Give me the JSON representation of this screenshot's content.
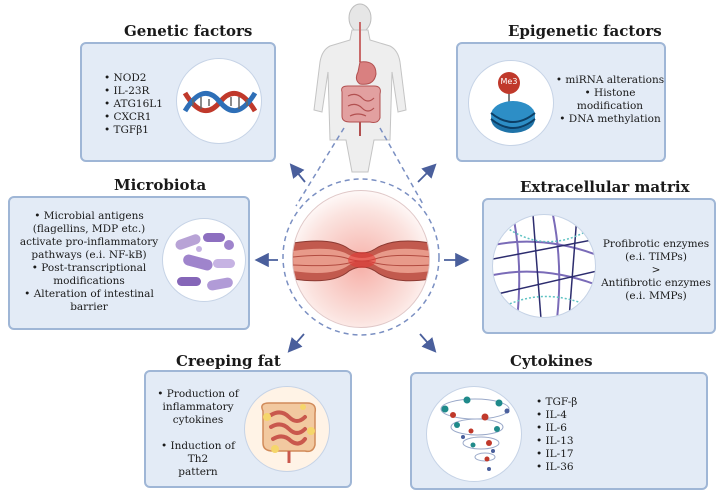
{
  "genetic": {
    "title": "Genetic factors",
    "items": [
      "• NOD2",
      "• IL-23R",
      "• ATG16L1",
      "• CXCR1",
      "• TGFβ1"
    ]
  },
  "epigenetic": {
    "title": "Epigenetic factors",
    "badge": "Me3",
    "items": [
      "• miRNA alterations",
      "• Histone",
      "modification",
      "• DNA methylation"
    ]
  },
  "microbiota": {
    "title": "Microbiota",
    "items": [
      "• Microbial antigens",
      "(flagellins, MDP etc.)",
      "activate pro-inflammatory",
      "pathways (e.i. NF-kB)",
      "• Post-transcriptional",
      "modifications",
      "• Alteration of intestinal",
      "barrier"
    ]
  },
  "ecm": {
    "title": "Extracellular matrix",
    "items": [
      "Profibrotic enzymes",
      "(e.i. TIMPs)",
      ">",
      "Antifibrotic enzymes",
      "(e.i. MMPs)"
    ]
  },
  "creeping": {
    "title": "Creeping fat",
    "items": [
      "• Production of",
      "inflammatory",
      "cytokines",
      "",
      "• Induction of Th2",
      "pattern"
    ]
  },
  "cytokines": {
    "title": "Cytokines",
    "items": [
      "• TGF-β",
      "• IL-4",
      "• IL-6",
      "• IL-13",
      "• IL-17",
      "• IL-36"
    ]
  },
  "colors": {
    "box_fill": "#e3ebf6",
    "box_border": "#9fb6d6",
    "arrow": "#4a5f9c",
    "intestine": "#b25050",
    "dna_red": "#c0392b",
    "dna_blue": "#2e6fb7"
  }
}
